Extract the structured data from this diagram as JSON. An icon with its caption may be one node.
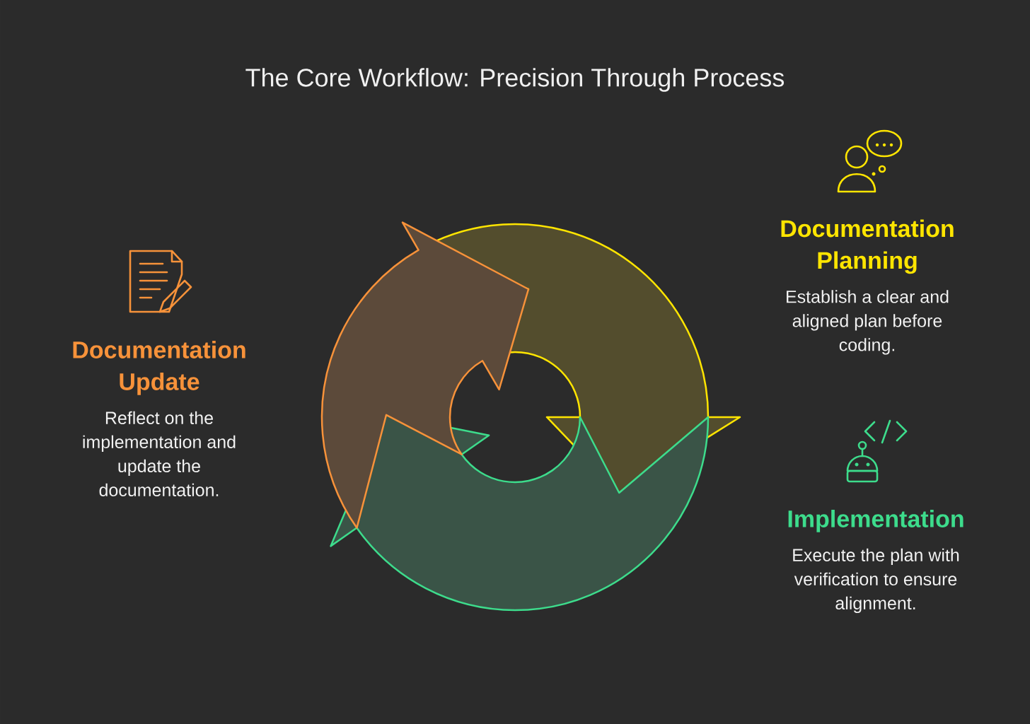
{
  "diagram": {
    "title": "The Core Workflow: Precision Through Process",
    "nodes": [
      {
        "text": [
          "Documentation Planning",
          "Establish a clear and aligned plan before coding."
        ]
      },
      {
        "text": [
          "Implementation",
          "Execute the plan with verification to ensure alignment."
        ]
      },
      {
        "text": [
          "Documentation Update",
          "Reflect on the implementation and update the documentation."
        ]
      }
    ]
  }
}
